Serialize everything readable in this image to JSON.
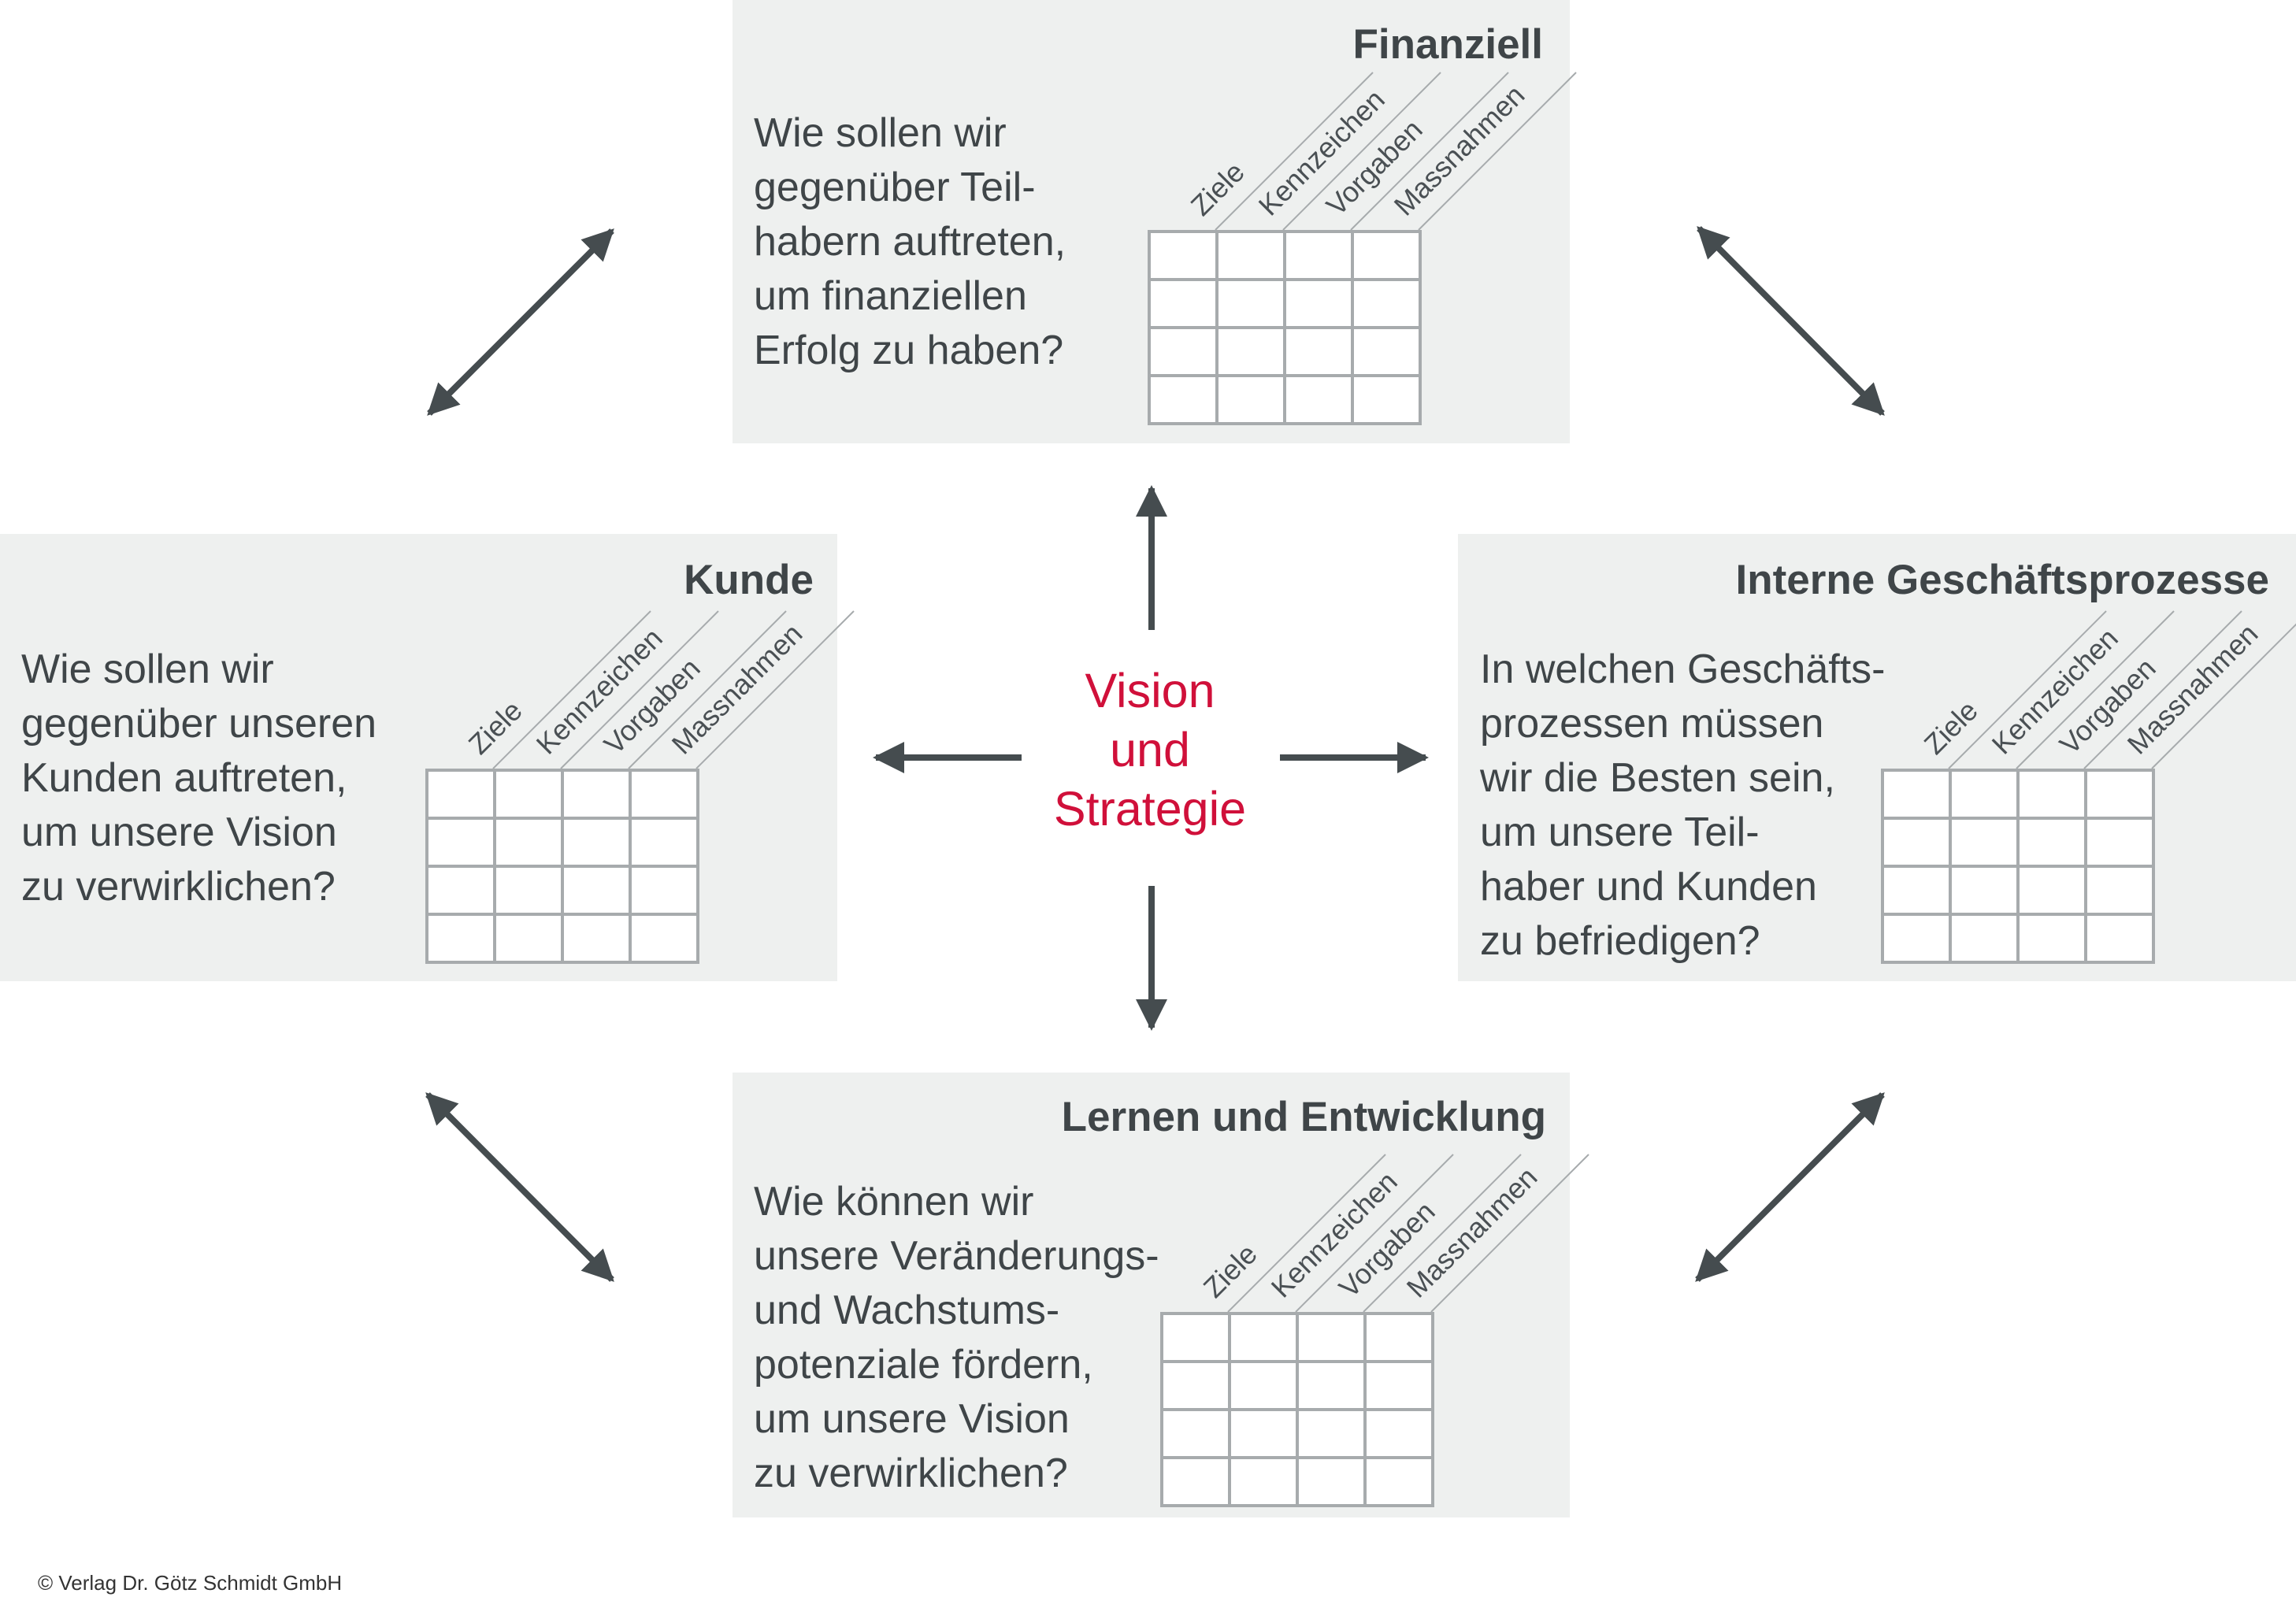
{
  "center": {
    "line1": "Vision",
    "line2": "und",
    "line3": "Strategie"
  },
  "columns": [
    "Ziele",
    "Kennzeichen",
    "Vorgaben",
    "Massnahmen"
  ],
  "panels": {
    "finanziell": {
      "title": "Finanziell",
      "question": "Wie sollen wir\ngegenüber Teil-\nhabern auftreten,\num finanziellen\nErfolg zu haben?"
    },
    "kunde": {
      "title": "Kunde",
      "question": "Wie sollen wir\ngegenüber unseren\nKunden auftreten,\num unsere Vision\nzu verwirklichen?"
    },
    "intern": {
      "title": "Interne Geschäftsprozesse",
      "question": "In welchen Geschäfts-\nprozessen müssen\nwir die Besten sein,\num unsere Teil-\nhaber und Kunden\nzu befriedigen?"
    },
    "lernen": {
      "title": "Lernen und Entwicklung",
      "question": "Wie können wir\nunsere Veränderungs-\nund Wachstums-\npotenziale fördern,\num unsere Vision\nzu verwirklichen?"
    }
  },
  "footer": "© Verlag Dr. Götz Schmidt GmbH",
  "colors": {
    "panel_bg": "#eef0ef",
    "text": "#3f4548",
    "accent": "#d0103a",
    "arrow": "#454c4f",
    "grid": "#a7abad"
  }
}
